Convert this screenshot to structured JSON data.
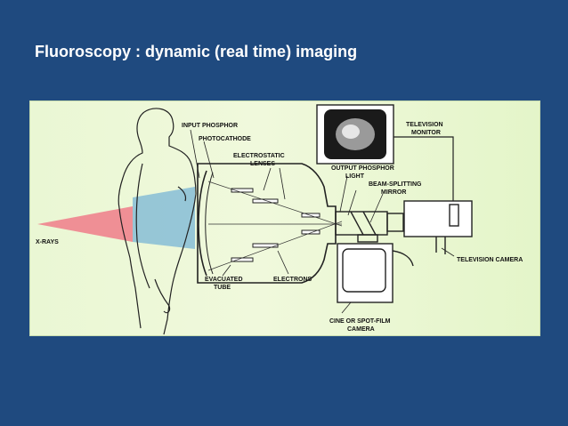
{
  "title": "Fluoroscopy : dynamic (real time) imaging",
  "figure": {
    "labels": {
      "input_phosphor": "INPUT PHOSPHOR",
      "photocathode": "PHOTOCATHODE",
      "electrostatic": "ELECTROSTATIC",
      "lenses": "LENSES",
      "output_phosphor": "OUTPUT PHOSPHOR",
      "light": "LIGHT",
      "beam_splitting": "BEAM-SPLITTING",
      "mirror": "MIRROR",
      "television": "TELEVISION",
      "monitor": "MONITOR",
      "television_camera": "TELEVISION CAMERA",
      "x_rays": "X-RAYS",
      "evacuated": "EVACUATED",
      "tube": "TUBE",
      "electrons": "ELECTRONS",
      "cine_or_spot_film": "CINE OR SPOT-FILM",
      "camera": "CAMERA"
    },
    "colors": {
      "slide_background": "#1f4a7f",
      "panel_background": "#eaf7d4",
      "xray_beam": "#f07d8a",
      "patient_beam": "#7fb9d6"
    }
  }
}
